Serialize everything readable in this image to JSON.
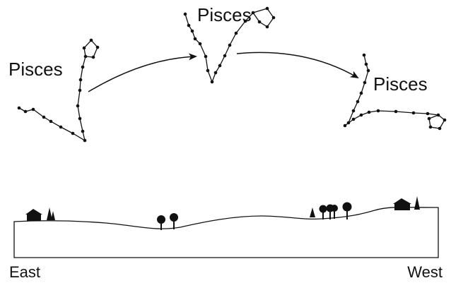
{
  "constellation_label": "Pisces",
  "labels": {
    "left": "Pisces",
    "middle": "Pisces",
    "right": "Pisces"
  },
  "directions": {
    "east": "East",
    "west": "West"
  },
  "colors": {
    "ink": "#111111",
    "background": "#ffffff"
  }
}
